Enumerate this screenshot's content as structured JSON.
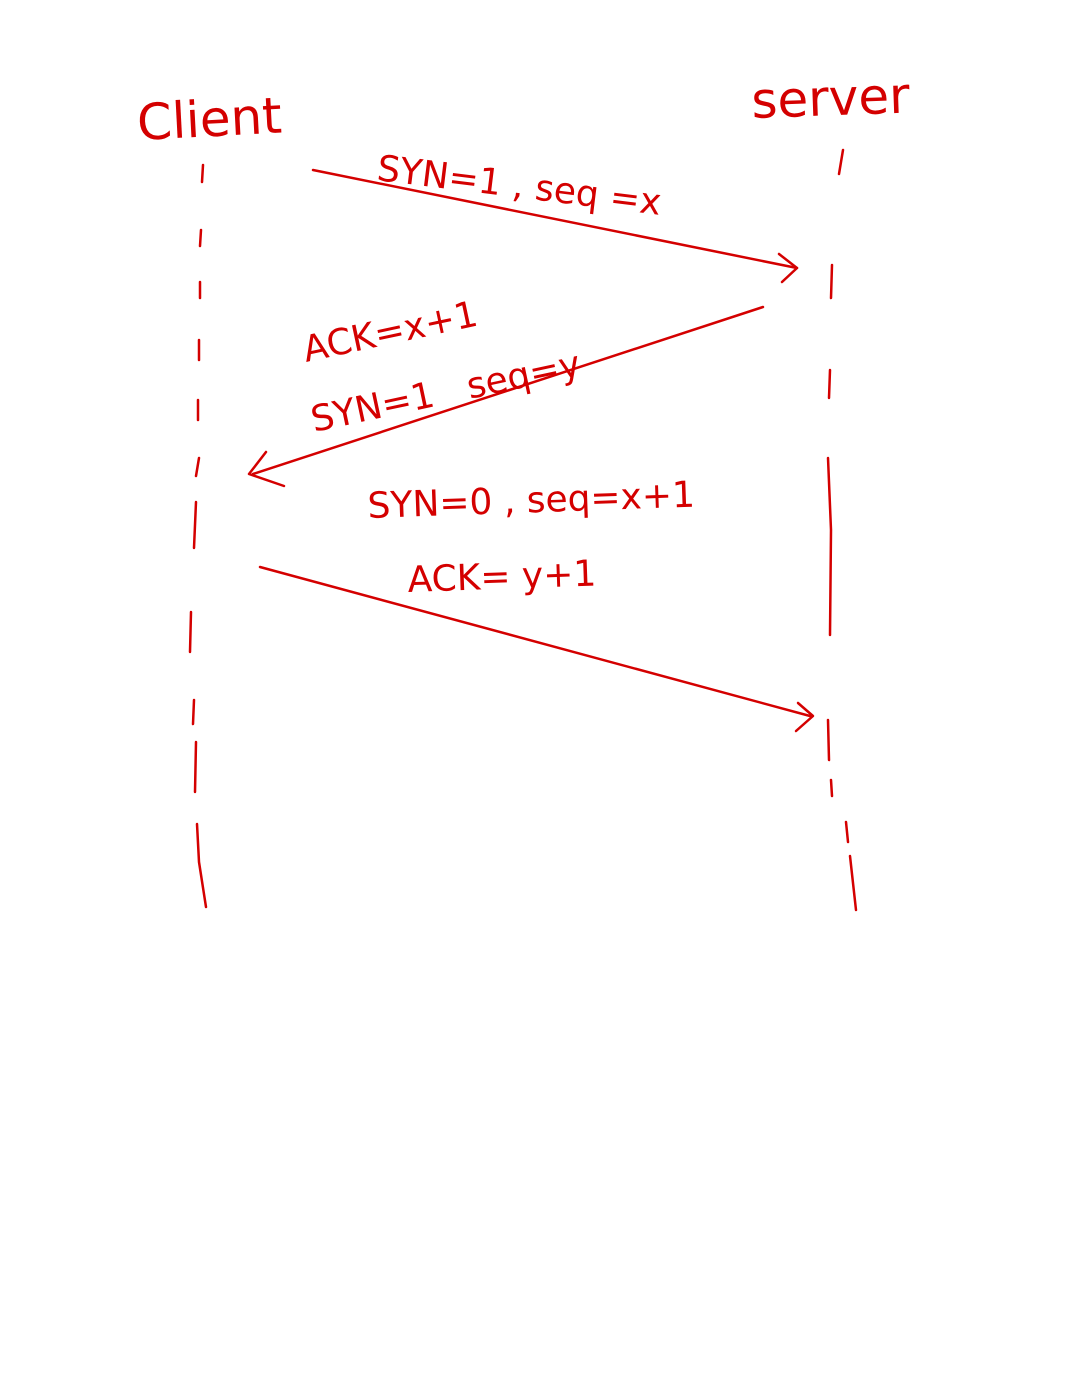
{
  "diagram": {
    "type": "sequence",
    "ink_color": "#d40000",
    "background": "#ffffff",
    "participants": [
      {
        "id": "client",
        "label": "Client"
      },
      {
        "id": "server",
        "label": "server"
      }
    ],
    "messages": [
      {
        "from": "client",
        "to": "server",
        "lines": [
          "SYN=1 , seq =x"
        ]
      },
      {
        "from": "server",
        "to": "client",
        "lines": [
          "ACK=x+1",
          "SYN=1   seq=y"
        ]
      },
      {
        "from": "client",
        "to": "server",
        "lines": [
          "SYN=0 , seq=x+1",
          "ACK= y+1"
        ]
      }
    ]
  }
}
